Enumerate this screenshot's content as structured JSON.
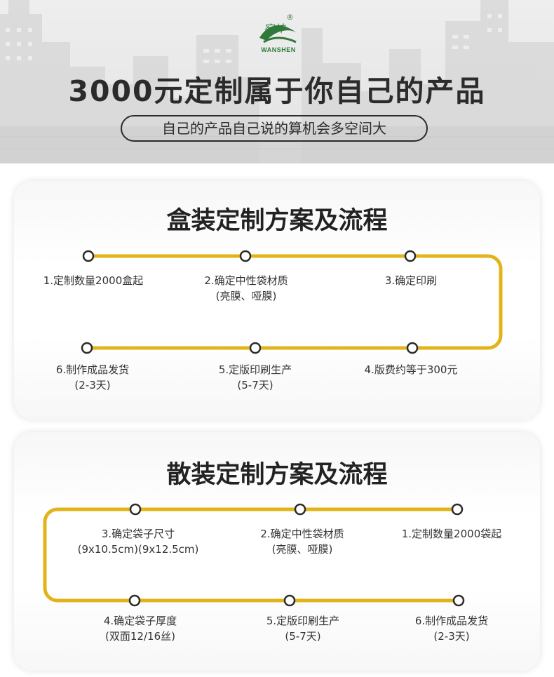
{
  "header": {
    "logo_cn": "宛神",
    "logo_en": "WANSHEN",
    "logo_mark": "®",
    "title": "3000元定制属于你自己的产品",
    "subtitle": "自己的产品自己说的算机会多空间大"
  },
  "colors": {
    "track": "#e2b41a",
    "text_dark": "#2b2b2b",
    "logo_green": "#2f7a3b"
  },
  "box_plan": {
    "title": "盒装定制方案及流程",
    "steps": [
      {
        "line1": "1.定制数量2000盒起",
        "line2": ""
      },
      {
        "line1": "2.确定中性袋材质",
        "line2": "(亮膜、哑膜)"
      },
      {
        "line1": "3.确定印刷",
        "line2": ""
      },
      {
        "line1": "4.版费约等于300元",
        "line2": ""
      },
      {
        "line1": "5.定版印刷生产",
        "line2": "(5-7天)"
      },
      {
        "line1": "6.制作成品发货",
        "line2": "(2-3天)"
      }
    ]
  },
  "bulk_plan": {
    "title": "散装定制方案及流程",
    "steps": [
      {
        "line1": "1.定制数量2000袋起",
        "line2": ""
      },
      {
        "line1": "2.确定中性袋材质",
        "line2": "(亮膜、哑膜)"
      },
      {
        "line1": "3.确定袋子尺寸",
        "line2": "(9x10.5cm)(9x12.5cm)"
      },
      {
        "line1": "4.确定袋子厚度",
        "line2": "(双面12/16丝)"
      },
      {
        "line1": "5.定版印刷生产",
        "line2": "(5-7天)"
      },
      {
        "line1": "6.制作成品发货",
        "line2": "(2-3天)"
      }
    ]
  }
}
